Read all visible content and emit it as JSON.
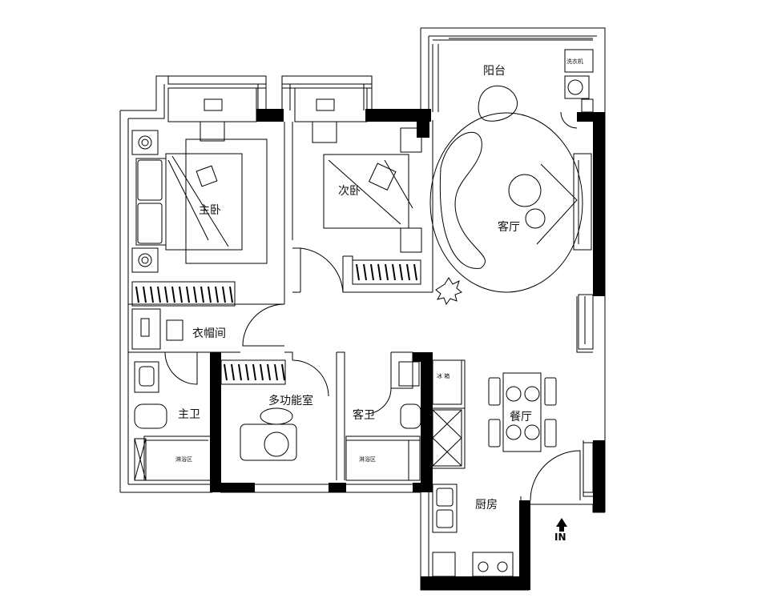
{
  "rooms": {
    "balcony": "阳台",
    "master_bedroom": "主卧",
    "second_bedroom": "次卧",
    "living_room": "客厅",
    "cloakroom": "衣帽间",
    "master_bath": "主卫",
    "multi_room": "多功能室",
    "guest_bath": "客卫",
    "dining_room": "餐厅",
    "kitchen": "厨房"
  },
  "fixtures": {
    "washer": "洗衣机",
    "fridge": "冰 箱",
    "shower_master": "淋浴区",
    "shower_guest": "淋浴区"
  },
  "entrance": "IN"
}
